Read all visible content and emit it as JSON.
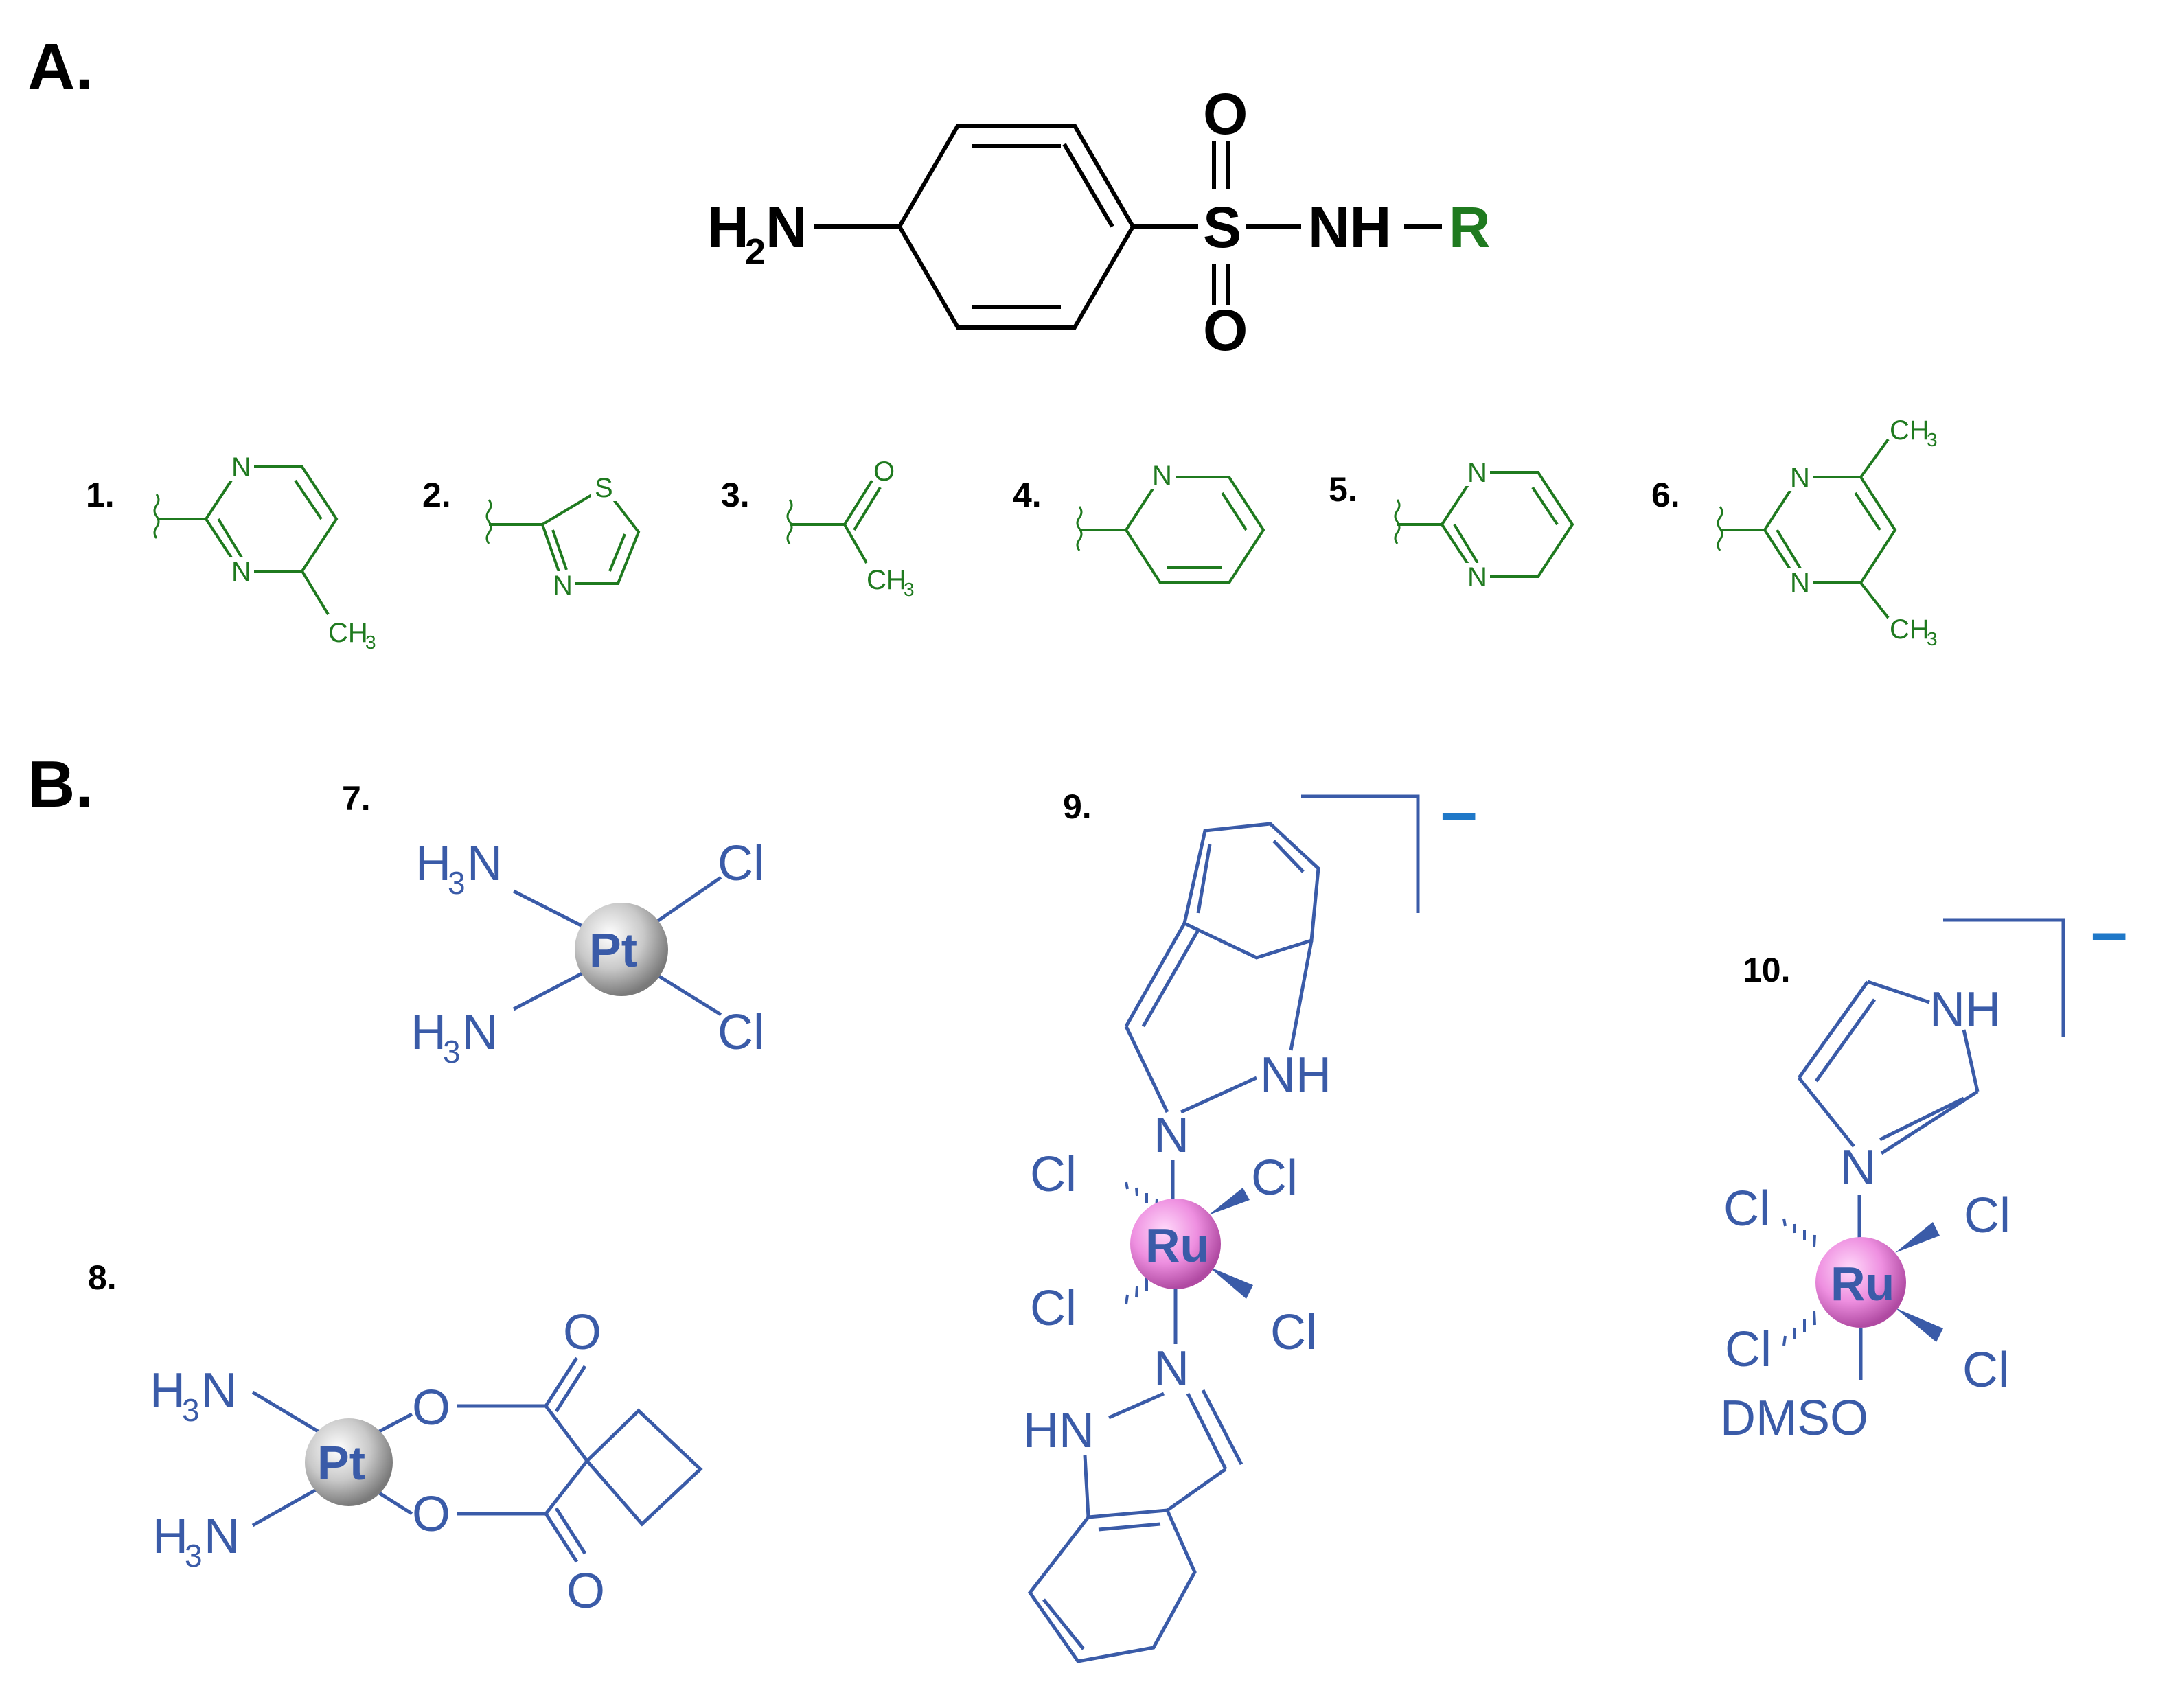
{
  "panels": {
    "a": "A.",
    "b": "B."
  },
  "core": {
    "amine": "H",
    "amine_sub": "2",
    "amine_n": "N",
    "sulfur": "S",
    "oxygen_top": "O",
    "oxygen_bottom": "O",
    "nh": "NH",
    "r_group": "R"
  },
  "substituents": [
    {
      "number": "1.",
      "atoms": [
        "N",
        "N"
      ],
      "methyl": "CH",
      "methyl_sub": "3"
    },
    {
      "number": "2.",
      "atoms": [
        "S",
        "N"
      ]
    },
    {
      "number": "3.",
      "atoms": [
        "O"
      ],
      "methyl": "CH",
      "methyl_sub": "3"
    },
    {
      "number": "4.",
      "atoms": [
        "N"
      ]
    },
    {
      "number": "5.",
      "atoms": [
        "N",
        "N"
      ]
    },
    {
      "number": "6.",
      "atoms": [
        "N",
        "N"
      ],
      "methyl_top": "CH",
      "methyl_top_sub": "3",
      "methyl_bottom": "CH",
      "methyl_bottom_sub": "3"
    }
  ],
  "complexes": {
    "c7": {
      "number": "7.",
      "metal": "Pt",
      "nh3_a": "H",
      "nh3_a_sub": "3",
      "nh3_a_n": "N",
      "nh3_b": "H",
      "nh3_b_sub": "3",
      "nh3_b_n": "N",
      "cl_a": "Cl",
      "cl_b": "Cl"
    },
    "c8": {
      "number": "8.",
      "metal": "Pt",
      "nh3_a": "H",
      "nh3_a_sub": "3",
      "nh3_a_n": "N",
      "nh3_b": "H",
      "nh3_b_sub": "3",
      "nh3_b_n": "N",
      "o_inner_top": "O",
      "o_inner_bottom": "O",
      "o_outer_top": "O",
      "o_outer_bottom": "O"
    },
    "c9": {
      "number": "9.",
      "metal": "Ru",
      "charge": "–",
      "nh_top": "NH",
      "n_top": "N",
      "cl_tl": "Cl",
      "cl_tr": "Cl",
      "cl_bl": "Cl",
      "cl_br": "Cl",
      "n_bottom": "N",
      "hn_bottom": "HN"
    },
    "c10": {
      "number": "10.",
      "metal": "Ru",
      "charge": "–",
      "nh": "NH",
      "n": "N",
      "cl_tl": "Cl",
      "cl_tr": "Cl",
      "cl_bl": "Cl",
      "cl_br": "Cl",
      "dmso": "DMSO"
    }
  },
  "colors": {
    "r_group": "#1f7a1f",
    "complex": "#3a5ba8",
    "charge": "#1f78c8",
    "platinum": "#bcbcbc",
    "ruthenium": "#e87fd8"
  }
}
